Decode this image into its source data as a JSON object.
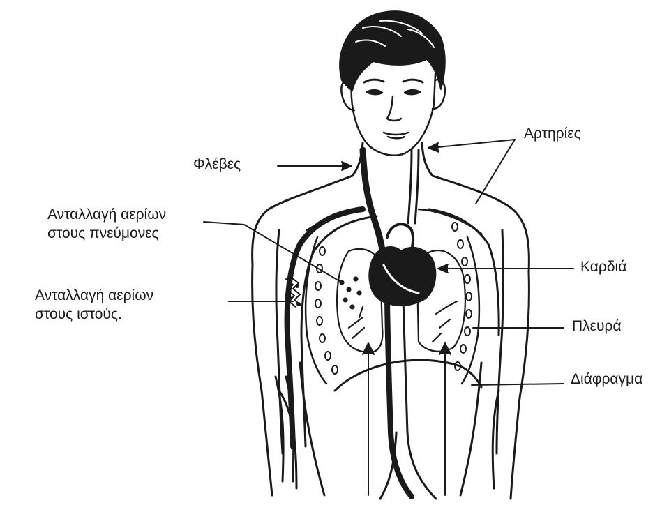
{
  "labels": {
    "veins": "Φλέβες",
    "arteries": "Αρτηρίες",
    "lung_exchange": [
      "Ανταλλαγή αερίων",
      "στους πνεύμονες"
    ],
    "tissue_exchange": [
      "Ανταλλαγή αερίων",
      "στους ιστούς."
    ],
    "heart": "Καρδιά",
    "pleura": "Πλευρά",
    "diaphragm": "Διάφραγμα"
  },
  "colors": {
    "ink": "#1a1a1a",
    "paper": "#ffffff"
  }
}
